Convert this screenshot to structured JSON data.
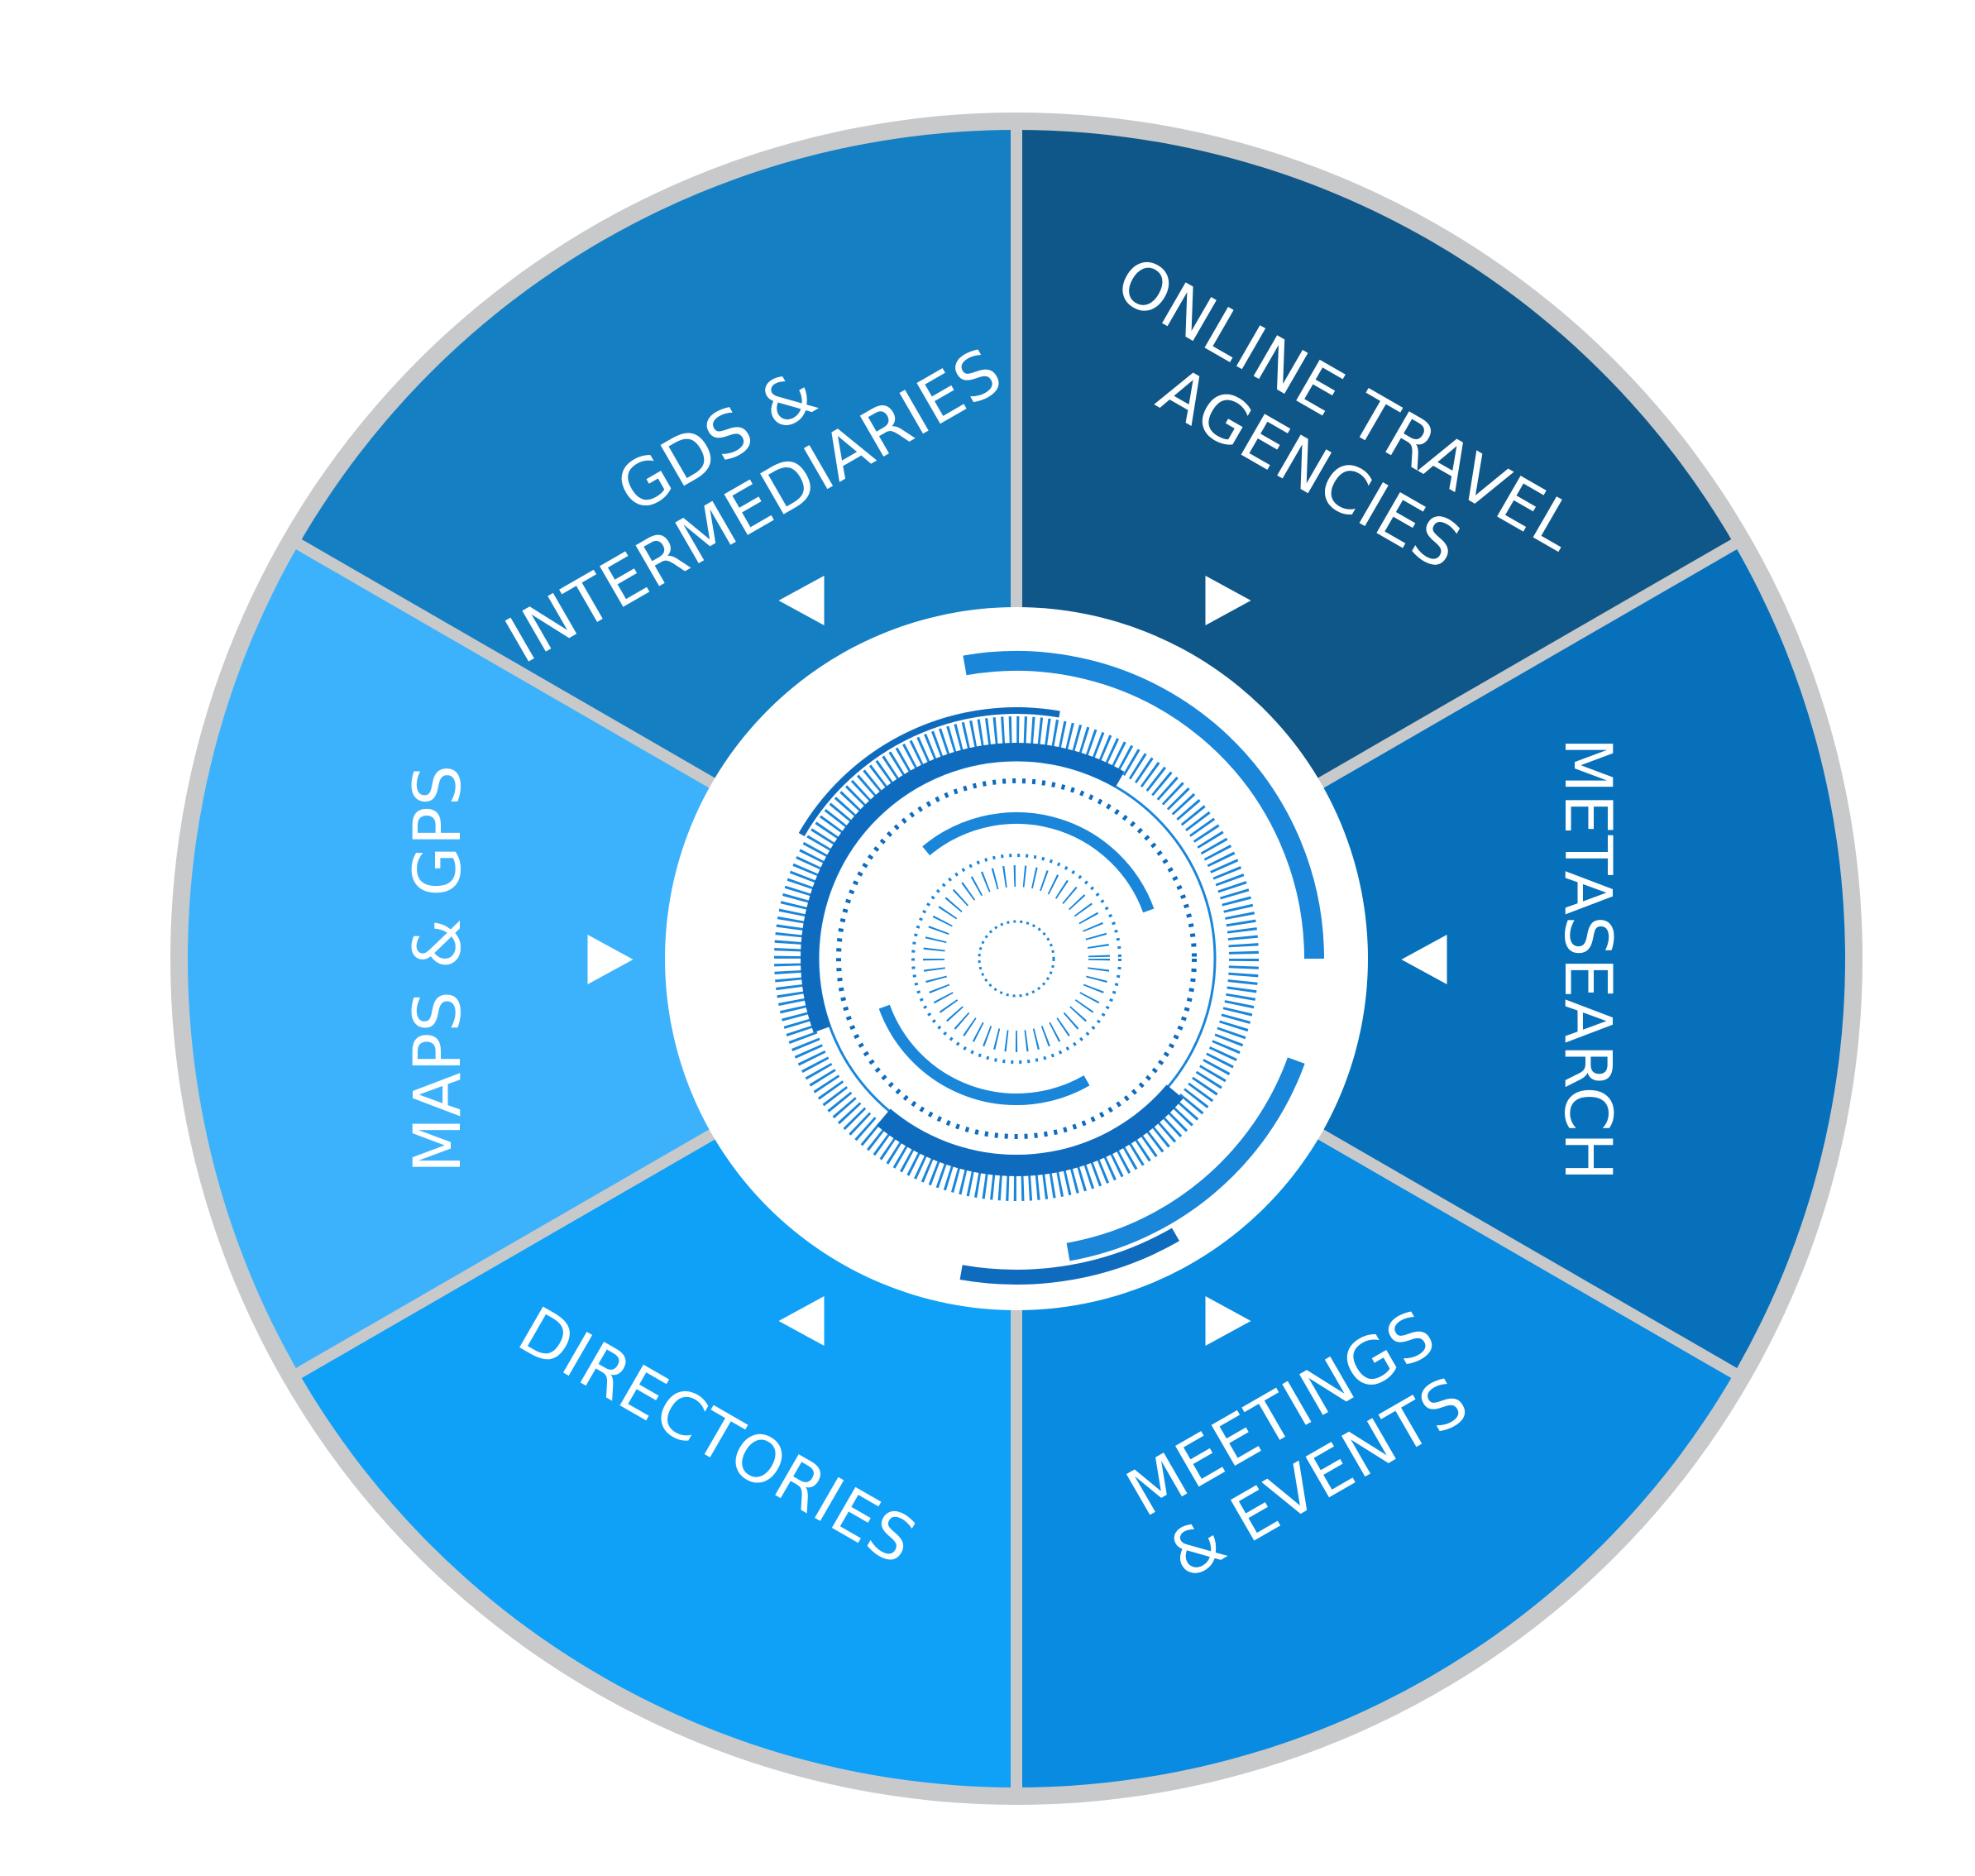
{
  "title": "Travel distribution channels wheel",
  "colors": {
    "ring": "#C8C9CB",
    "divider": "#C8C9CB",
    "center": "#FFFFFF",
    "hub_accent": "#1A86DA",
    "hub_dark": "#0E6BBE"
  },
  "segments": [
    {
      "id": "gds",
      "lines": [
        "GDS &",
        "INTERMEDIARIES"
      ],
      "color": "#157FC4",
      "arrow": "left"
    },
    {
      "id": "ota",
      "lines": [
        "ONLINE TRAVEL",
        "AGENCIES"
      ],
      "color": "#0E5788",
      "arrow": "right"
    },
    {
      "id": "metasearch",
      "lines": [
        "METASEARCH"
      ],
      "color": "#0670BB",
      "arrow": "left"
    },
    {
      "id": "meetings",
      "lines": [
        "MEETINGS",
        "& EVENTS"
      ],
      "color": "#088BE0",
      "arrow": "right"
    },
    {
      "id": "directories",
      "lines": [
        "DIRECTORIES"
      ],
      "color": "#0FA0F8",
      "arrow": "left"
    },
    {
      "id": "maps",
      "lines": [
        "MAPS & GPS"
      ],
      "color": "#3DB2FC",
      "arrow": "right"
    }
  ]
}
